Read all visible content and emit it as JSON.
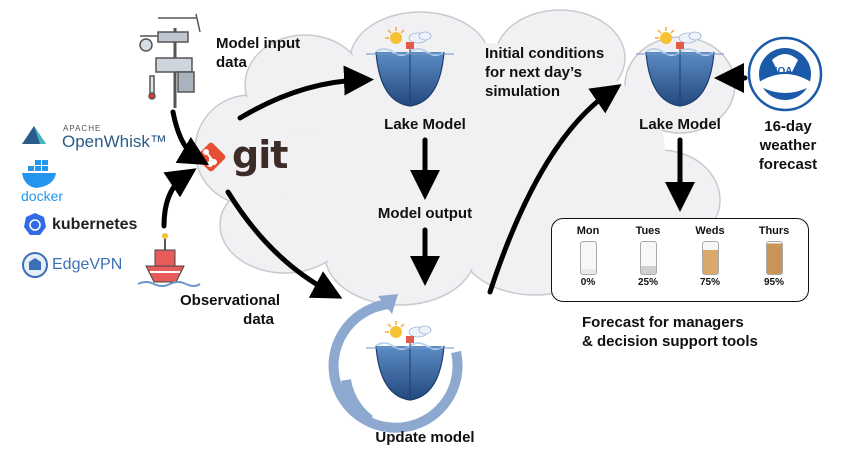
{
  "labels": {
    "model_input": "Model input\ndata",
    "observational": "Observational\ndata",
    "lake_model_left": "Lake Model",
    "lake_model_right": "Lake Model",
    "model_output": "Model output",
    "update_model": "Update model",
    "initial_conditions": "Initial conditions\nfor next day’s\nsimulation",
    "weather_forecast": "16-day\nweather\nforecast",
    "forecast_managers": "Forecast for managers\n& decision support tools",
    "git": "git"
  },
  "logos": {
    "openwhisk_small": "APACHE",
    "openwhisk": "OpenWhisk™",
    "docker": "docker",
    "kubernetes": "kubernetes",
    "edgevpn": "EdgeVPN",
    "noaa": "NOAA"
  },
  "forecast": [
    {
      "day": "Mon",
      "pct": "0%",
      "level": 0.0,
      "color": "#e9e9e9"
    },
    {
      "day": "Tues",
      "pct": "25%",
      "level": 0.25,
      "color": "#cfcfcf"
    },
    {
      "day": "Weds",
      "pct": "75%",
      "level": 0.75,
      "color": "#d9a86a"
    },
    {
      "day": "Thurs",
      "pct": "95%",
      "level": 0.95,
      "color": "#c99455"
    }
  ],
  "colors": {
    "cloud": "#f1f1f3",
    "cloud_stroke": "#c9c9cf",
    "arrow": "#000000",
    "lake_water": "#3f6ea8",
    "update_ring": "#8ea9cf",
    "git_orange": "#e84e31",
    "noaa_blue": "#1b5aa8"
  }
}
